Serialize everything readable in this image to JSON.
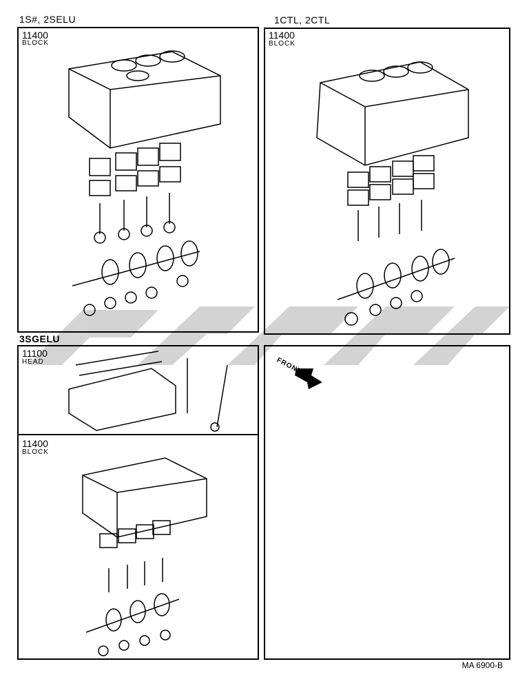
{
  "panels": [
    {
      "group": "1S#, 2SELU",
      "part_number": "11400",
      "part_name": "BLOCK"
    },
    {
      "group": "1CTL, 2CTL",
      "part_number": "11400",
      "part_name": "BLOCK"
    },
    {
      "group": "3SGELU",
      "part_number": "11100",
      "part_name": "HEAD",
      "part_number_2": "11400",
      "part_name_2": "BLOCK"
    },
    {
      "direction_label": "FRONT"
    }
  ],
  "reference": "MA 6900-B",
  "colors": {
    "ink": "#000000",
    "watermark": "#c8c8c8"
  }
}
